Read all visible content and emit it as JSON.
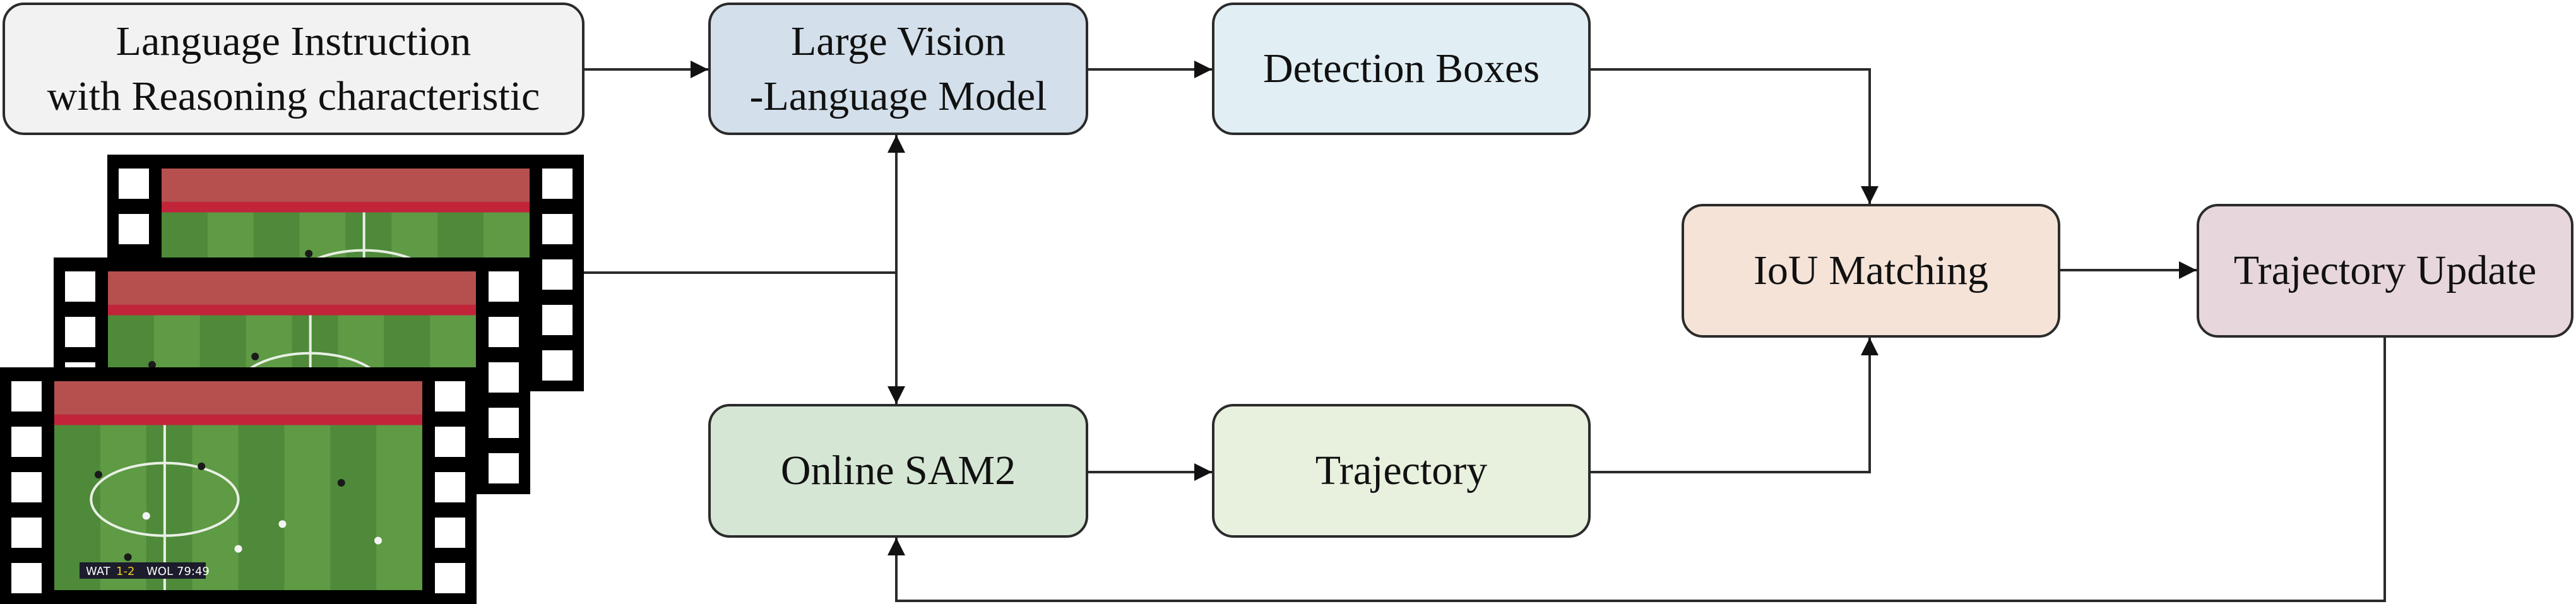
{
  "nodes": {
    "instruction": {
      "lines": [
        "Language Instruction",
        "with Reasoning characteristic"
      ],
      "fill": "#f2f2f2"
    },
    "lvlm": {
      "lines": [
        "Large Vision",
        "-Language Model"
      ],
      "fill": "#d3dfea"
    },
    "detection": {
      "lines": [
        "Detection Boxes"
      ],
      "fill": "#e1eff5"
    },
    "iou": {
      "lines": [
        "IoU Matching"
      ],
      "fill": "#f5e3d7"
    },
    "update": {
      "lines": [
        "Trajectory Update"
      ],
      "fill": "#e7d7dd"
    },
    "sam2": {
      "lines": [
        "Online SAM2"
      ],
      "fill": "#d6e6d4"
    },
    "trajectory": {
      "lines": [
        "Trajectory"
      ],
      "fill": "#e8f0de"
    }
  },
  "video_frames": {
    "count": 3,
    "score_overlay": [
      "WAT",
      "1-2",
      "WOL",
      "79:49"
    ]
  },
  "colors": {
    "stroke": "#2b2b2b",
    "film": "#000000",
    "pitch_light": "#5f9a45",
    "pitch_dark": "#4f8a3a",
    "crowd": "#b5504f",
    "ad_board": "#c2243a"
  }
}
